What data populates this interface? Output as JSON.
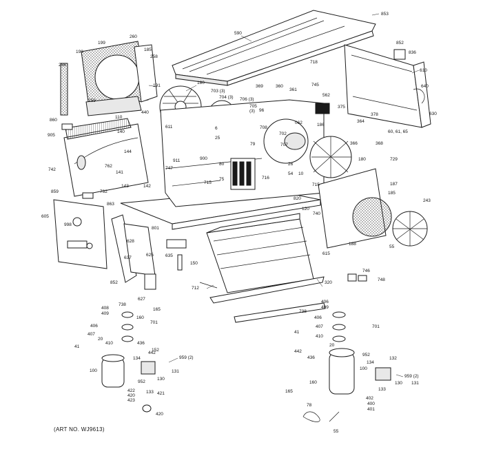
{
  "art_number": "(ART NO. WJ9613)",
  "labels": [
    {
      "id": "l853",
      "text": "853"
    },
    {
      "id": "l590",
      "text": "590"
    },
    {
      "id": "l852a",
      "text": "852"
    },
    {
      "id": "l836",
      "text": "836"
    },
    {
      "id": "l610",
      "text": "610"
    },
    {
      "id": "l640",
      "text": "640"
    },
    {
      "id": "l630",
      "text": "630"
    },
    {
      "id": "l260",
      "text": "260"
    },
    {
      "id": "l199",
      "text": "199"
    },
    {
      "id": "l198",
      "text": "198"
    },
    {
      "id": "l185a",
      "text": "185"
    },
    {
      "id": "l258",
      "text": "258"
    },
    {
      "id": "l256",
      "text": "256"
    },
    {
      "id": "l259",
      "text": "259"
    },
    {
      "id": "l718",
      "text": "718"
    },
    {
      "id": "l191",
      "text": "191"
    },
    {
      "id": "l180a",
      "text": "180"
    },
    {
      "id": "l703",
      "text": "703 (3)"
    },
    {
      "id": "l704",
      "text": "704 (3)"
    },
    {
      "id": "l369",
      "text": "369"
    },
    {
      "id": "l360",
      "text": "360"
    },
    {
      "id": "l361",
      "text": "361"
    },
    {
      "id": "l745",
      "text": "745"
    },
    {
      "id": "l562",
      "text": "562"
    },
    {
      "id": "l706",
      "text": "706 (3)"
    },
    {
      "id": "l705",
      "text": "705"
    },
    {
      "id": "l5",
      "text": "(3)"
    },
    {
      "id": "l96",
      "text": "96"
    },
    {
      "id": "l375",
      "text": "375"
    },
    {
      "id": "l186",
      "text": "186"
    },
    {
      "id": "l378",
      "text": "378"
    },
    {
      "id": "l364",
      "text": "364"
    },
    {
      "id": "l606165",
      "text": "60, 61, 65"
    },
    {
      "id": "l440",
      "text": "440"
    },
    {
      "id": "l110",
      "text": "110"
    },
    {
      "id": "l860",
      "text": "860"
    },
    {
      "id": "l905",
      "text": "905"
    },
    {
      "id": "l140",
      "text": "140"
    },
    {
      "id": "l611",
      "text": "611"
    },
    {
      "id": "l6",
      "text": "6"
    },
    {
      "id": "l25",
      "text": "25"
    },
    {
      "id": "l708",
      "text": "708"
    },
    {
      "id": "l702",
      "text": "702"
    },
    {
      "id": "l062",
      "text": "062"
    },
    {
      "id": "l707",
      "text": "707"
    },
    {
      "id": "l366",
      "text": "366"
    },
    {
      "id": "l368",
      "text": "368"
    },
    {
      "id": "l729",
      "text": "729"
    },
    {
      "id": "l742",
      "text": "742"
    },
    {
      "id": "l762",
      "text": "762"
    },
    {
      "id": "l144",
      "text": "144"
    },
    {
      "id": "l911",
      "text": "911"
    },
    {
      "id": "l79",
      "text": "79"
    },
    {
      "id": "l80",
      "text": "80"
    },
    {
      "id": "l900",
      "text": "900"
    },
    {
      "id": "l26",
      "text": "26"
    },
    {
      "id": "l180b",
      "text": "180"
    },
    {
      "id": "l141",
      "text": "141"
    },
    {
      "id": "l747",
      "text": "747"
    },
    {
      "id": "l75",
      "text": "75"
    },
    {
      "id": "l716",
      "text": "716"
    },
    {
      "id": "l54",
      "text": "54"
    },
    {
      "id": "l10",
      "text": "10"
    },
    {
      "id": "l715",
      "text": "715"
    },
    {
      "id": "l187",
      "text": "187"
    },
    {
      "id": "l185b",
      "text": "185"
    },
    {
      "id": "l243",
      "text": "243"
    },
    {
      "id": "l143",
      "text": "143"
    },
    {
      "id": "l142",
      "text": "142"
    },
    {
      "id": "l715b",
      "text": "715"
    },
    {
      "id": "l820",
      "text": "820"
    },
    {
      "id": "l859",
      "text": "859"
    },
    {
      "id": "l732",
      "text": "732"
    },
    {
      "id": "l863",
      "text": "863"
    },
    {
      "id": "l120",
      "text": "120"
    },
    {
      "id": "l740",
      "text": "740"
    },
    {
      "id": "l605",
      "text": "605"
    },
    {
      "id": "l998",
      "text": "998"
    },
    {
      "id": "l801",
      "text": "801"
    },
    {
      "id": "l628",
      "text": "628"
    },
    {
      "id": "l188",
      "text": "188"
    },
    {
      "id": "l55",
      "text": "55"
    },
    {
      "id": "l615",
      "text": "615"
    },
    {
      "id": "l637",
      "text": "637"
    },
    {
      "id": "l625",
      "text": "625"
    },
    {
      "id": "l635",
      "text": "635"
    },
    {
      "id": "l150",
      "text": "150"
    },
    {
      "id": "l746",
      "text": "746"
    },
    {
      "id": "l748",
      "text": "748"
    },
    {
      "id": "l320",
      "text": "320"
    },
    {
      "id": "l852b",
      "text": "852"
    },
    {
      "id": "l627",
      "text": "627"
    },
    {
      "id": "l712",
      "text": "712"
    },
    {
      "id": "l408a",
      "text": "408"
    },
    {
      "id": "l738a",
      "text": "738"
    },
    {
      "id": "l409a",
      "text": "409"
    },
    {
      "id": "l165a",
      "text": "165"
    },
    {
      "id": "l406a",
      "text": "406"
    },
    {
      "id": "l160a",
      "text": "160"
    },
    {
      "id": "l701a",
      "text": "701"
    },
    {
      "id": "l407a",
      "text": "407"
    },
    {
      "id": "l20a",
      "text": "20"
    },
    {
      "id": "l410a",
      "text": "410"
    },
    {
      "id": "l436a",
      "text": "436"
    },
    {
      "id": "l41a",
      "text": "41"
    },
    {
      "id": "l442a",
      "text": "442"
    },
    {
      "id": "l152a",
      "text": "152"
    },
    {
      "id": "l959a",
      "text": "959 (2)"
    },
    {
      "id": "l134a",
      "text": "134"
    },
    {
      "id": "l100a",
      "text": "100"
    },
    {
      "id": "l952a",
      "text": "952"
    },
    {
      "id": "l130a",
      "text": "130"
    },
    {
      "id": "l131a",
      "text": "131"
    },
    {
      "id": "l422a",
      "text": "422"
    },
    {
      "id": "l420a",
      "text": "420"
    },
    {
      "id": "l423a",
      "text": "423"
    },
    {
      "id": "l133a",
      "text": "133"
    },
    {
      "id": "l421a",
      "text": "421"
    },
    {
      "id": "l420b",
      "text": "420"
    },
    {
      "id": "l406b",
      "text": "406"
    },
    {
      "id": "l409b",
      "text": "409"
    },
    {
      "id": "l738b",
      "text": "738"
    },
    {
      "id": "l406c",
      "text": "406"
    },
    {
      "id": "l407b",
      "text": "407"
    },
    {
      "id": "l410b",
      "text": "410"
    },
    {
      "id": "l701b",
      "text": "701"
    },
    {
      "id": "l41b",
      "text": "41"
    },
    {
      "id": "l20b",
      "text": "20"
    },
    {
      "id": "l952b",
      "text": "952"
    },
    {
      "id": "l442b",
      "text": "442"
    },
    {
      "id": "l436b",
      "text": "436"
    },
    {
      "id": "l134b",
      "text": "134"
    },
    {
      "id": "l132",
      "text": "132"
    },
    {
      "id": "l100b",
      "text": "100"
    },
    {
      "id": "l959b",
      "text": "959 (2)"
    },
    {
      "id": "l130b",
      "text": "130"
    },
    {
      "id": "l131b",
      "text": "131"
    },
    {
      "id": "l160b",
      "text": "160"
    },
    {
      "id": "l133b",
      "text": "133"
    },
    {
      "id": "l165b",
      "text": "165"
    },
    {
      "id": "l402",
      "text": "402"
    },
    {
      "id": "l400",
      "text": "400"
    },
    {
      "id": "l401",
      "text": "401"
    },
    {
      "id": "l78",
      "text": "78"
    },
    {
      "id": "l55b",
      "text": "55"
    }
  ]
}
